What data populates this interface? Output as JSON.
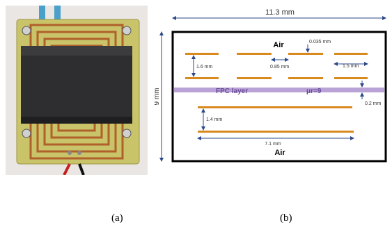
{
  "captions": {
    "a": "(a)",
    "b": "(b)"
  },
  "diagram": {
    "overall_width": "11.3 mm",
    "overall_height": "9 mm",
    "air_top": "Air",
    "air_bottom": "Air",
    "fpc_label": "FPC layer",
    "permittivity": "μr=9",
    "dim_trace_thickness": "0.035 mm",
    "dim_layer_gap_top": "1.6 mm",
    "dim_trace_spacing": "0.85 mm",
    "dim_trace_width": "1.5 mm",
    "dim_fpc_thickness": "0.2 mm",
    "dim_layer_gap_bottom": "1.4 mm",
    "dim_bottom_length": "7.1 mm"
  },
  "colors": {
    "trace": "#d98a1f",
    "fpc": "#b9a3d6",
    "dimension": "#2b4a8a",
    "board_green": "#c9c36a",
    "core": "#2e2e30",
    "cable": "#4aa0c8"
  }
}
